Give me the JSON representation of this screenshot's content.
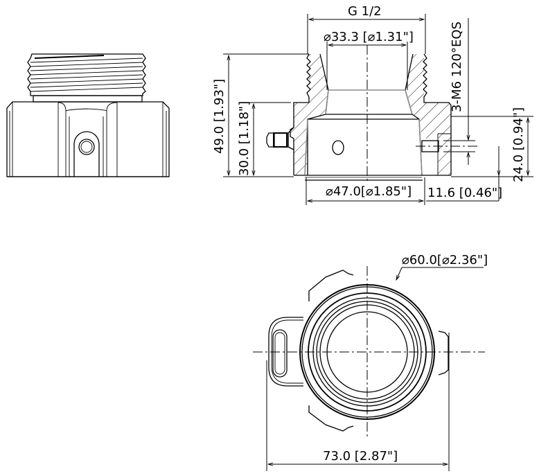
{
  "drawing": {
    "title": "Pendant adapter dimension drawing",
    "units": "mm [inch]",
    "views": [
      "side-view",
      "section-view",
      "bottom-view"
    ]
  },
  "dimensions": {
    "thread": "G 1/2",
    "inner_diameter": "⌀33.3 [⌀1.31\"]",
    "total_height": "49.0 [1.93\"]",
    "body_height": "30.0 [1.18\"]",
    "screw_spec": "3-M6 120°EQS",
    "screw_height": "24.0 [0.94\"]",
    "base_diameter": "⌀47.0[⌀1.85\"]",
    "screw_offset": "11.6 [0.46\"]",
    "outer_diameter": "⌀60.0[⌀2.36\"]",
    "total_width": "73.0 [2.87\"]"
  },
  "colors": {
    "line": "#000000",
    "inner_edge": "#8a8a8a",
    "background": "#ffffff"
  }
}
